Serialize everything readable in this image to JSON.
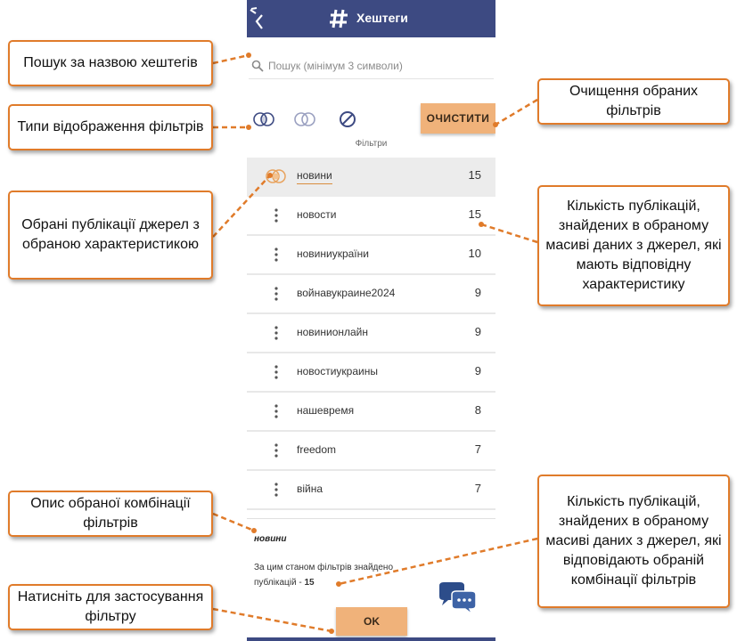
{
  "app": {
    "title": "Хештеги",
    "back_icon": "back-arrow-icon",
    "title_icon": "hash-icon",
    "header_color": "#3d4a82",
    "accent_color": "#f0b27a"
  },
  "search": {
    "placeholder": "Пошук (мінімум 3 символи)",
    "icon": "search-icon"
  },
  "filter_modes": [
    {
      "name": "intersection-mode",
      "icon": "overlap-circles-orange-icon",
      "selected": true
    },
    {
      "name": "union-mode",
      "icon": "overlap-circles-gray-icon",
      "selected": false
    },
    {
      "name": "exclude-mode",
      "icon": "prohibit-icon",
      "selected": false
    }
  ],
  "clear_button": "ОЧИСТИТИ",
  "filters_label": "Фільтри",
  "hashtags": [
    {
      "label": "новини",
      "count": "15",
      "selected": true
    },
    {
      "label": "новости",
      "count": "15",
      "selected": false
    },
    {
      "label": "новиниукраїни",
      "count": "10",
      "selected": false
    },
    {
      "label": "войнавукраине2024",
      "count": "9",
      "selected": false
    },
    {
      "label": "новинионлайн",
      "count": "9",
      "selected": false
    },
    {
      "label": "новостиукраины",
      "count": "9",
      "selected": false
    },
    {
      "label": "нашевремя",
      "count": "8",
      "selected": false
    },
    {
      "label": "freedom",
      "count": "7",
      "selected": false
    },
    {
      "label": "війна",
      "count": "7",
      "selected": false
    }
  ],
  "summary": {
    "selected_name": "новини",
    "text": "За цим станом фільтрів знайдено публікацій - ",
    "count": "15"
  },
  "chat_icon": "chat-bubbles-icon",
  "ok_button": "OK",
  "callouts": {
    "search": "Пошук за назвою хештегів",
    "display_types": "Типи відображення фільтрів",
    "clear": "Очищення обраних фільтрів",
    "selected_sources": "Обрані публікації джерел з обраною характеристикою",
    "count_per_item": "Кількість публікацій, знайдених в обраному масиві даних з джерел, які мають відповідну характеристику",
    "combination_description": "Опис обраної комбінації фільтрів",
    "combination_count": "Кількість публікацій, знайдених в обраному масиві даних з джерел, які відповідають обраній комбінації фільтрів",
    "apply": "Натисніть для застосування фільтру"
  }
}
